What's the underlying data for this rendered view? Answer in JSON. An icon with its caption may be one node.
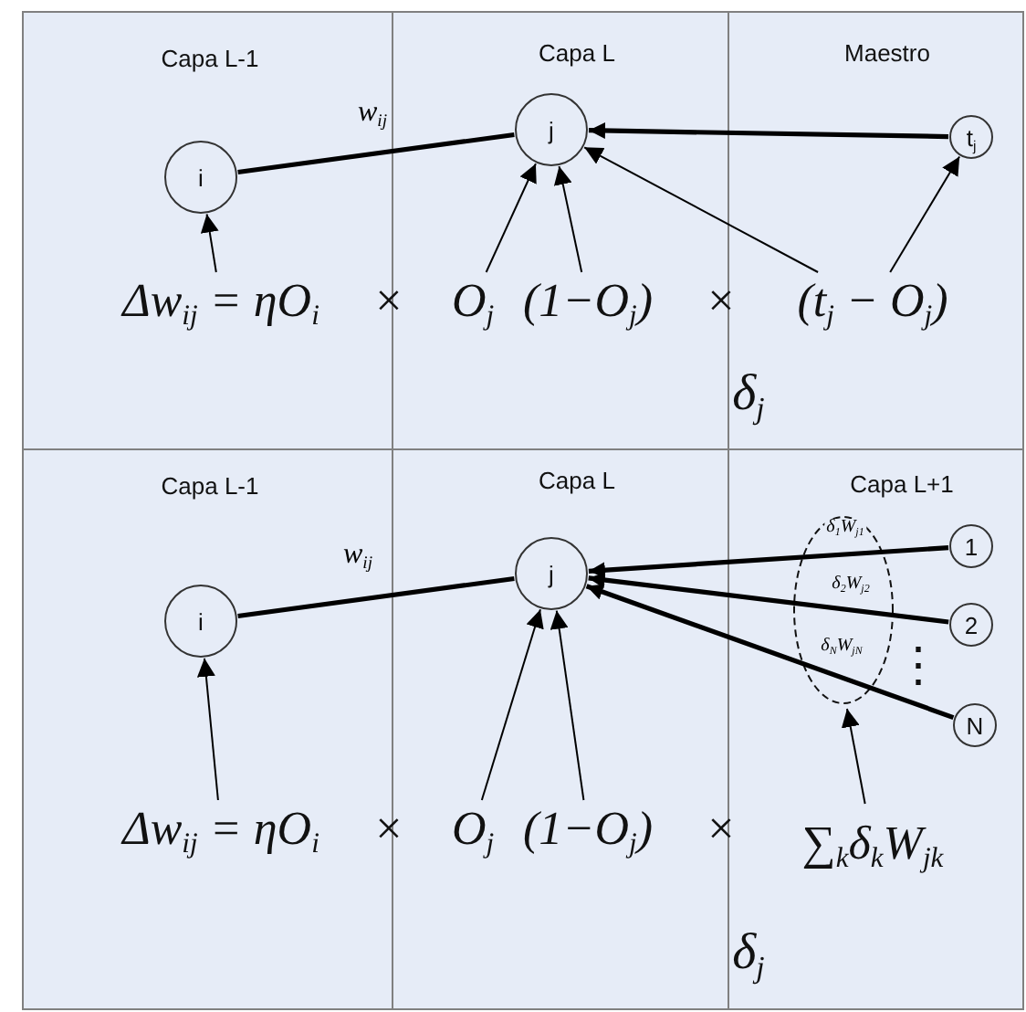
{
  "diagram": {
    "nodes": [
      {
        "text": [
          "i"
        ]
      },
      {
        "text": [
          "j"
        ]
      },
      {
        "text": [
          "t$_{j}$"
        ]
      },
      {
        "text": [
          "Δw$_{ij}$ = ηO$_{i}$"
        ]
      },
      {
        "text": [
          "O$_{j}$"
        ]
      },
      {
        "text": [
          "(1−O$_{j}$)"
        ]
      },
      {
        "text": [
          "(t$_{j}$ − O$_{j}$)"
        ]
      },
      {
        "text": [
          "i"
        ]
      },
      {
        "text": [
          "j"
        ]
      },
      {
        "text": [
          "1"
        ]
      },
      {
        "text": [
          "2"
        ]
      },
      {
        "text": [
          "N"
        ]
      },
      {
        "text": [
          "Δw$_{ij}$ = ηO$_{i}$"
        ]
      },
      {
        "text": [
          "O$_{j}$"
        ]
      },
      {
        "text": [
          "(1−O$_{j}$)"
        ]
      },
      {
        "text": [
          "∑$_{k}$δ$_{k}$W$_{jk}$"
        ]
      }
    ],
    "edges": [
      {
        "from": 0,
        "to": 1,
        "arrow": "none",
        "label": "w$_{ij}$",
        "style": "thick"
      },
      {
        "from": 2,
        "to": 1,
        "arrow": "to",
        "style": "thick"
      },
      {
        "from": 3,
        "to": 0,
        "arrow": "to"
      },
      {
        "from": 4,
        "to": 1,
        "arrow": "to"
      },
      {
        "from": 5,
        "to": 1,
        "arrow": "to"
      },
      {
        "from": 6,
        "to": 1,
        "arrow": "to"
      },
      {
        "from": 6,
        "to": 2,
        "arrow": "to"
      },
      {
        "from": 7,
        "to": 8,
        "arrow": "none",
        "label": "w$_{ij}$",
        "style": "thick"
      },
      {
        "from": 9,
        "to": 8,
        "arrow": "to",
        "label": "δ$_{1}$W$_{j1}$",
        "style": "thick"
      },
      {
        "from": 10,
        "to": 8,
        "arrow": "to",
        "label": "δ$_{2}$W$_{j2}$",
        "style": "thick"
      },
      {
        "from": 11,
        "to": 8,
        "arrow": "to",
        "label": "δ$_{N}$W$_{jN}$",
        "style": "thick"
      },
      {
        "from": 12,
        "to": 7,
        "arrow": "to"
      },
      {
        "from": 13,
        "to": 8,
        "arrow": "to"
      },
      {
        "from": 14,
        "to": 8,
        "arrow": "to"
      },
      {
        "from": 15,
        "to": null,
        "arrow": "to"
      }
    ],
    "labels": [
      "Capa L-1",
      "Capa L",
      "Maestro",
      "×",
      "×",
      "δ$_{j}$",
      "Capa L-1",
      "Capa L",
      "Capa L+1",
      "⋮",
      "×",
      "×",
      "δ$_{j}$"
    ]
  }
}
